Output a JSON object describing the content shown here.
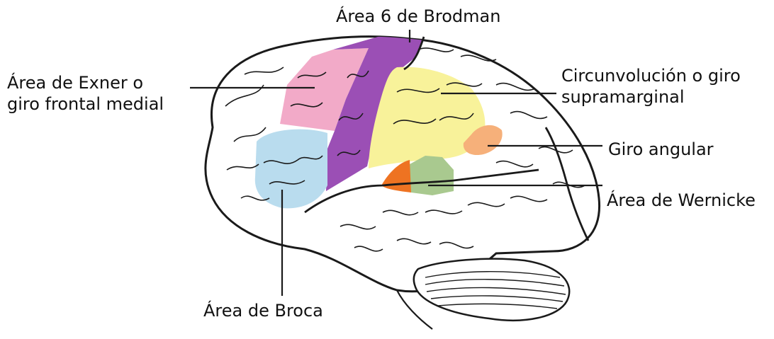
{
  "labels": {
    "brodman": "Área 6 de Brodman",
    "exner_line1": "Área de Exner o",
    "exner_line2": "giro frontal medial",
    "supramarginal_line1": "Circunvolución o giro",
    "supramarginal_line2": "supramarginal",
    "angular": "Giro angular",
    "wernicke": "Área de Wernicke",
    "broca": "Área de Broca"
  },
  "colors": {
    "brodman_area": "#9b4fb5",
    "exner_area": "#f2aac8",
    "broca_area": "#b9dcee",
    "supramarginal_area": "#f8f29a",
    "angular_area": "#f6b07a",
    "wernicke_area": "#a9c98f",
    "auditory_patch": "#ee7322",
    "outline": "#1a1a1a"
  }
}
